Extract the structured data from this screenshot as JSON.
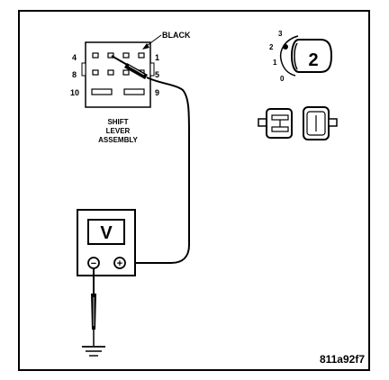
{
  "labels": {
    "wire_color": "BLACK",
    "assembly_line1": "SHIFT",
    "assembly_line2": "LEVER",
    "assembly_line3": "ASSEMBLY",
    "figure_id": "811a92f7"
  },
  "connector": {
    "pin_numbers": {
      "top_left": "4",
      "top_right": "1",
      "middle_left": "8",
      "middle_right": "5",
      "bottom_left": "10",
      "bottom_right": "9"
    }
  },
  "meter": {
    "display_symbol": "V",
    "negative_symbol": "−",
    "positive_symbol": "+"
  },
  "ignition": {
    "positions": {
      "p3": "3",
      "p2": "2",
      "p1": "1",
      "p0": "0"
    },
    "key_position": "2"
  }
}
